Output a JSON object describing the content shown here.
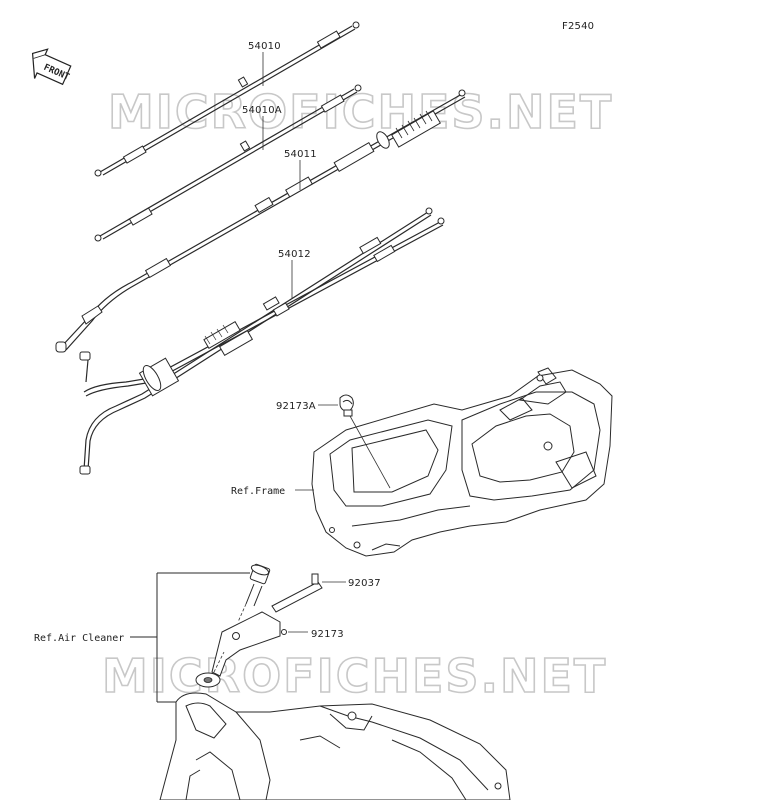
{
  "figure_code": "F2540",
  "front_label": "FRONT",
  "watermark": "MICROFICHES.NET",
  "parts": {
    "p54010": "54010",
    "p54010A": "54010A",
    "p54011": "54011",
    "p54012": "54012",
    "p92173A": "92173A",
    "p92037": "92037",
    "p92173": "92173"
  },
  "refs": {
    "frame": "Ref.Frame",
    "air_cleaner": "Ref.Air Cleaner"
  }
}
